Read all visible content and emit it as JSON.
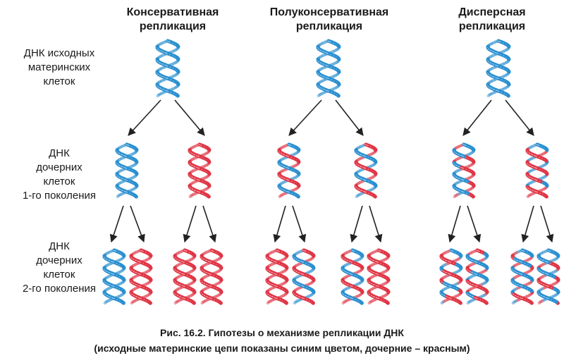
{
  "columns": [
    {
      "title_line1": "Консервативная",
      "title_line2": "репликация"
    },
    {
      "title_line1": "Полуконсервативная",
      "title_line2": "репликация"
    },
    {
      "title_line1": "Дисперсная",
      "title_line2": "репликация"
    }
  ],
  "rows": [
    {
      "lines": [
        "ДНК исходных",
        "материнских",
        "клеток"
      ]
    },
    {
      "lines": [
        "ДНК",
        "дочерних",
        "клеток",
        "1-го поколения"
      ]
    },
    {
      "lines": [
        "ДНК",
        "дочерних",
        "клеток",
        "2-го поколения"
      ]
    }
  ],
  "caption": {
    "line1": "Рис. 16.2. Гипотезы о механизме репликации ДНК",
    "line2": "(исходные материнские цепи показаны синим цветом, дочерние – красным)"
  },
  "colors": {
    "parental_strand": "#2a8fd0",
    "daughter_strand": "#e03545",
    "arrow": "#222222"
  },
  "icons": {
    "helix": "dna-double-helix-icon",
    "arrow": "arrow-down-icon"
  }
}
